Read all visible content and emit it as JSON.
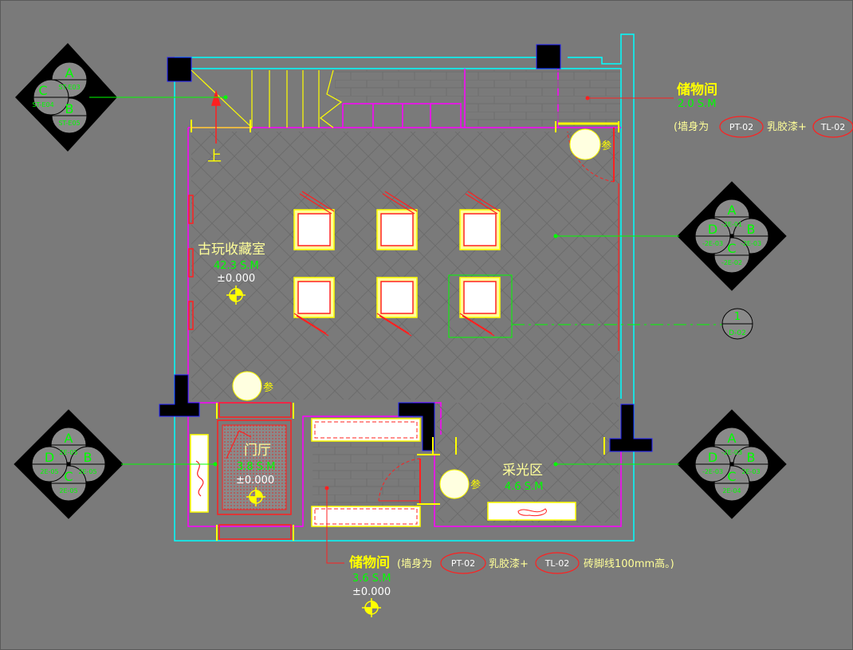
{
  "colors": {
    "background": "#7a7a7a",
    "wall_outer": "#00ffff",
    "wall_inner": "#ff00ff",
    "line_red": "#ff2020",
    "line_yellow": "#ffff00",
    "line_green": "#00ff00",
    "white": "#ffffff",
    "column": "#000000"
  },
  "rooms": {
    "storage_top": {
      "name": "储物间",
      "area": "2.0 S.M",
      "note_prefix": "(墙身为",
      "tag_wall": "PT-02",
      "mid_text": "乳胶漆+",
      "tag_floor": "TL-02"
    },
    "collection": {
      "name": "古玩收藏室",
      "area": "42.3 S.M",
      "level": "±0.000"
    },
    "foyer": {
      "name": "门厅",
      "area": "3.8 S.M",
      "level": "±0.000"
    },
    "light_area": {
      "name": "采光区",
      "area": "4.6 S.M"
    },
    "storage_bottom": {
      "name": "储物间",
      "note_prefix": "(墙身为",
      "tag_wall": "PT-02",
      "mid_text": "乳胶漆+",
      "tag_floor": "TL-02",
      "note_suffix": "砖脚线100mm高。)",
      "area": "3.6 S.M",
      "level": "±0.000"
    }
  },
  "stair": {
    "label": "上"
  },
  "refs": {
    "ref_mark": "参"
  },
  "elevation_markers": {
    "top_left": {
      "a": "A",
      "a_ref": "ST-E03",
      "b": "B",
      "b_ref": "ST-E05",
      "c": "C",
      "c_ref": "ST-E04"
    },
    "right_upper": {
      "a": "A",
      "a_ref": "-2E-01",
      "b": "B",
      "b_ref": "-2E-03",
      "c": "C",
      "c_ref": "-2E-02",
      "d": "D",
      "d_ref": "-2E-03"
    },
    "left_lower": {
      "a": "A",
      "a_ref": "2E-05",
      "b": "B",
      "b_ref": "2E-05",
      "c": "C",
      "c_ref": "2E-05",
      "d": "D",
      "d_ref": "2E-05"
    },
    "right_lower": {
      "a": "A",
      "a_ref": "-2E-03",
      "b": "B",
      "b_ref": "2E-03",
      "c": "C",
      "c_ref": "2E-04",
      "d": "D",
      "d_ref": "-2E-03"
    }
  },
  "detail_marker": {
    "num": "1",
    "ref": "D-02"
  }
}
